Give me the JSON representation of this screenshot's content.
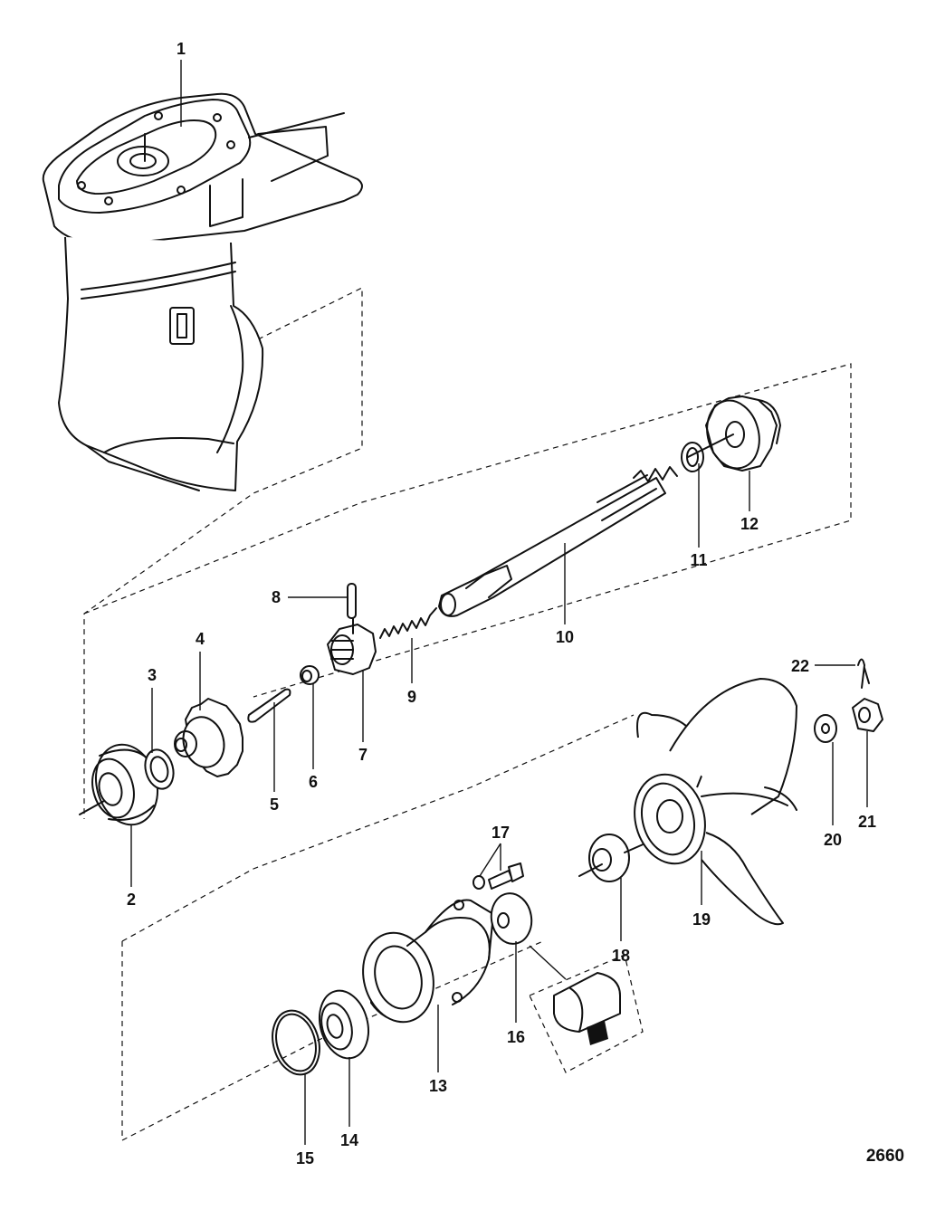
{
  "drawing_number": "2660",
  "callouts": [
    {
      "id": "c1",
      "text": "1"
    },
    {
      "id": "c2",
      "text": "2"
    },
    {
      "id": "c3",
      "text": "3"
    },
    {
      "id": "c4",
      "text": "4"
    },
    {
      "id": "c5",
      "text": "5"
    },
    {
      "id": "c6",
      "text": "6"
    },
    {
      "id": "c7",
      "text": "7"
    },
    {
      "id": "c8",
      "text": "8"
    },
    {
      "id": "c9",
      "text": "9"
    },
    {
      "id": "c10",
      "text": "10"
    },
    {
      "id": "c11",
      "text": "11"
    },
    {
      "id": "c12",
      "text": "12"
    },
    {
      "id": "c13",
      "text": "13"
    },
    {
      "id": "c14",
      "text": "14"
    },
    {
      "id": "c15",
      "text": "15"
    },
    {
      "id": "c16",
      "text": "16"
    },
    {
      "id": "c17",
      "text": "17"
    },
    {
      "id": "c18",
      "text": "18"
    },
    {
      "id": "c19",
      "text": "19"
    },
    {
      "id": "c20",
      "text": "20"
    },
    {
      "id": "c21",
      "text": "21"
    },
    {
      "id": "c22",
      "text": "22"
    }
  ],
  "colors": {
    "ink": "#111111",
    "paper": "#ffffff"
  }
}
